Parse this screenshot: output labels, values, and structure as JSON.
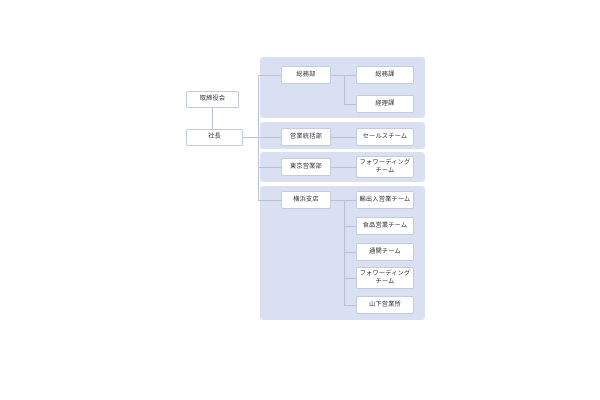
{
  "chart": {
    "title": "",
    "type": "organization-chart",
    "colors": {
      "panel_background": "#d9e0f2",
      "node_fill": "#ffffff",
      "node_border": "#c3ccdd",
      "connector": "#b9c2d4",
      "text": "#2d3038",
      "page_background": "#ffffff"
    },
    "root_nodes": [
      {
        "id": "board",
        "label": "取締役会"
      },
      {
        "id": "president",
        "label": "社長"
      }
    ],
    "groups": [
      {
        "id": "group-general-affairs",
        "department": {
          "id": "general-affairs-dept",
          "label": "総務部"
        },
        "teams": [
          {
            "id": "general-affairs-section",
            "label": "総務課"
          },
          {
            "id": "accounting-section",
            "label": "経理課"
          }
        ]
      },
      {
        "id": "group-sales-admin",
        "department": {
          "id": "sales-admin-dept",
          "label": "営業統括部"
        },
        "teams": [
          {
            "id": "sales-team",
            "label": "セールスチーム"
          }
        ]
      },
      {
        "id": "group-tokyo-sales",
        "department": {
          "id": "tokyo-sales-dept",
          "label": "東京営業部"
        },
        "teams": [
          {
            "id": "tokyo-forwarding-team",
            "label": "フォワーディング\nチーム"
          }
        ]
      },
      {
        "id": "group-yokohama-branch",
        "department": {
          "id": "yokohama-branch",
          "label": "横浜支店"
        },
        "teams": [
          {
            "id": "import-export-sales-team",
            "label": "輸出入営業チーム"
          },
          {
            "id": "food-sales-team",
            "label": "食品営業チーム"
          },
          {
            "id": "customs-clearance-team",
            "label": "通関チーム"
          },
          {
            "id": "yokohama-forwarding-team",
            "label": "フォワーディング\nチーム"
          },
          {
            "id": "yamashita-sales-office",
            "label": "山下営業所"
          }
        ]
      }
    ]
  }
}
